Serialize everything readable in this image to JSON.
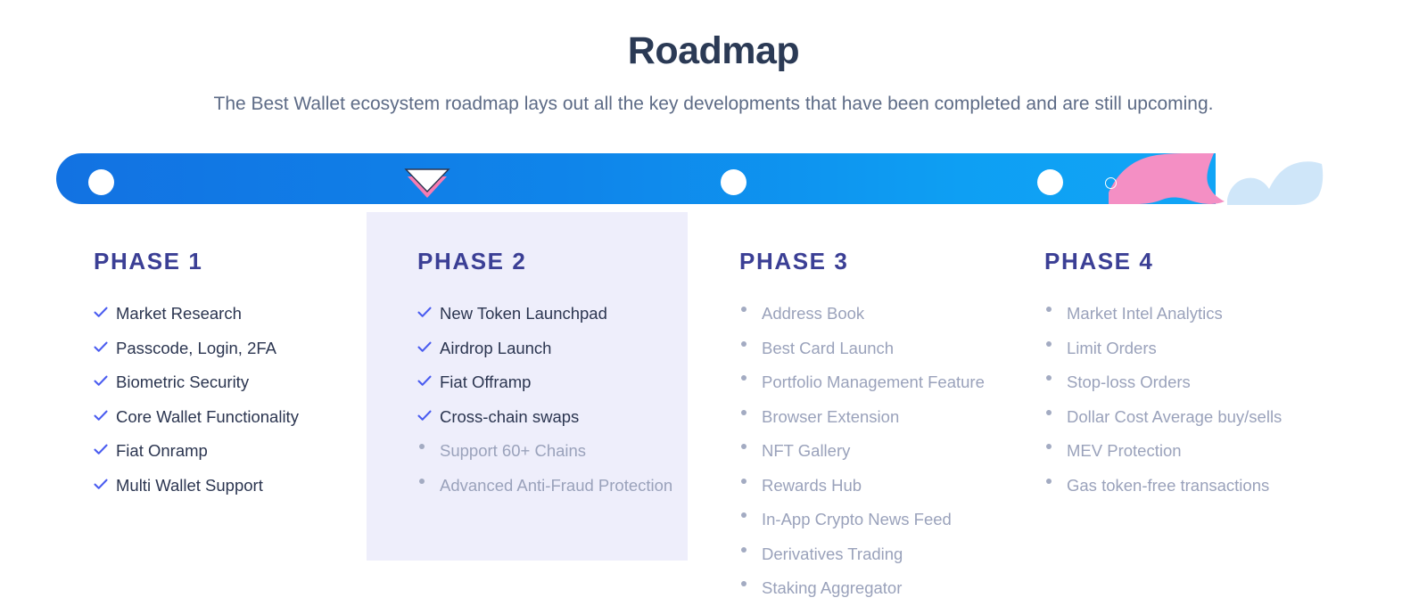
{
  "header": {
    "title": "Roadmap",
    "subtitle": "The Best Wallet ecosystem roadmap lays out all the key developments that have been completed and are still upcoming."
  },
  "colors": {
    "title": "#2b3a55",
    "subtitle": "#5d6b86",
    "phase_heading": "#3b3f95",
    "bar_start": "#1272e2",
    "bar_end": "#11a5f6",
    "check": "#4a5cf0",
    "pending_text": "#9aa2bb",
    "done_text": "#2b3550",
    "highlight_bg": "#eeeefb",
    "pink_blob": "#f48fc4",
    "cloud": "#cfe6f9"
  },
  "timeline": {
    "markers": [
      {
        "name": "phase-1-marker",
        "type": "dot"
      },
      {
        "name": "phase-2-marker",
        "type": "chevron"
      },
      {
        "name": "phase-3-marker",
        "type": "dot"
      },
      {
        "name": "phase-4-marker",
        "type": "dot"
      },
      {
        "name": "future-marker",
        "type": "ring"
      }
    ],
    "decorations": [
      "pink-blob",
      "cloud-shape"
    ]
  },
  "phases": [
    {
      "title": "PHASE 1",
      "items": [
        {
          "label": "Market Research",
          "status": "done"
        },
        {
          "label": "Passcode, Login, 2FA",
          "status": "done"
        },
        {
          "label": "Biometric Security",
          "status": "done"
        },
        {
          "label": "Core Wallet Functionality",
          "status": "done"
        },
        {
          "label": "Fiat Onramp",
          "status": "done"
        },
        {
          "label": "Multi Wallet Support",
          "status": "done"
        }
      ]
    },
    {
      "title": "PHASE 2",
      "items": [
        {
          "label": "New Token Launchpad",
          "status": "done"
        },
        {
          "label": "Airdrop Launch",
          "status": "done"
        },
        {
          "label": "Fiat Offramp",
          "status": "done"
        },
        {
          "label": "Cross-chain swaps",
          "status": "done"
        },
        {
          "label": "Support 60+ Chains",
          "status": "todo"
        },
        {
          "label": "Advanced Anti-Fraud Protection",
          "status": "todo"
        }
      ]
    },
    {
      "title": "PHASE 3",
      "items": [
        {
          "label": "Address Book",
          "status": "todo"
        },
        {
          "label": "Best Card Launch",
          "status": "todo"
        },
        {
          "label": "Portfolio Management Feature",
          "status": "todo"
        },
        {
          "label": "Browser Extension",
          "status": "todo"
        },
        {
          "label": "NFT Gallery",
          "status": "todo"
        },
        {
          "label": "Rewards Hub",
          "status": "todo"
        },
        {
          "label": "In-App Crypto News Feed",
          "status": "todo"
        },
        {
          "label": "Derivatives Trading",
          "status": "todo"
        },
        {
          "label": "Staking Aggregator",
          "status": "todo"
        }
      ]
    },
    {
      "title": "PHASE 4",
      "items": [
        {
          "label": "Market Intel Analytics",
          "status": "todo"
        },
        {
          "label": "Limit Orders",
          "status": "todo"
        },
        {
          "label": "Stop-loss Orders",
          "status": "todo"
        },
        {
          "label": "Dollar Cost Average buy/sells",
          "status": "todo"
        },
        {
          "label": "MEV Protection",
          "status": "todo"
        },
        {
          "label": "Gas token-free transactions",
          "status": "todo"
        }
      ]
    }
  ]
}
